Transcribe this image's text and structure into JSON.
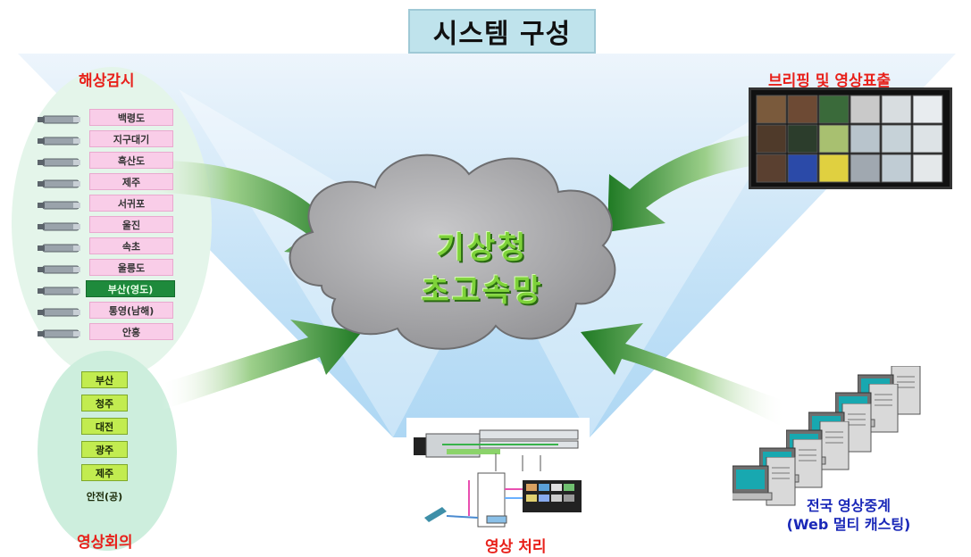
{
  "title": "시스템 구성",
  "sections": {
    "marine_monitoring": "해상감시",
    "briefing": "브리핑 및 영상표출",
    "video_conference": "영상회의",
    "video_processing": "영상 처리",
    "relay_line1": "전국 영상중계",
    "relay_line2": "(Web 멀티 캐스팅)"
  },
  "cloud": {
    "line1": "기상청",
    "line2": "초고속망"
  },
  "monitoring_sites": [
    "백령도",
    "지구대기",
    "흑산도",
    "제주",
    "서귀포",
    "울진",
    "속초",
    "울릉도",
    "부산(영도)",
    "통영(남해)",
    "안흥"
  ],
  "active_site": "부산(영도)",
  "conference_sites": [
    "부산",
    "청주",
    "대전",
    "광주",
    "제주",
    "안전(공)"
  ],
  "colors": {
    "label_red": "#e8201a",
    "label_blue": "#1a28b8",
    "site_pink": "#f9cde8",
    "site_active": "#1e8a3c",
    "conf_green": "#c2ec50",
    "cloud_gray": "#a9a9ab",
    "arrow_green": "#2f8a2a",
    "title_bg": "#bfe3ec"
  },
  "icons": [
    "camera-icon",
    "cloud-network-icon",
    "video-wall-icon",
    "computer-workstation-icon",
    "processing-equipment-icon",
    "arrow-icon"
  ]
}
